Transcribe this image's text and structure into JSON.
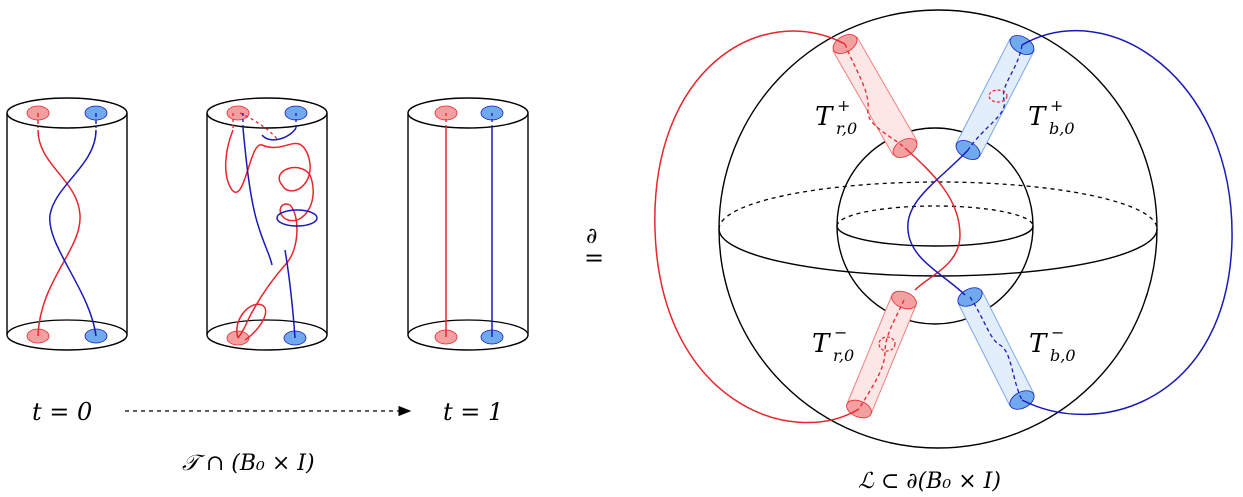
{
  "colors": {
    "red": "#e8262d",
    "blue": "#1a1ab8",
    "red_fill": "#f4a0a0",
    "blue_fill": "#70aaee"
  },
  "left_panel": {
    "t0_label": "t = 0",
    "t1_label": "t = 1",
    "caption": "𝒯 ∩ (B₀ × I)"
  },
  "equality": {
    "symbol_top": "∂",
    "symbol_bottom": "="
  },
  "right_panel": {
    "tube_labels": {
      "top_left": {
        "main": "T",
        "sup": "+",
        "sub": "r,0"
      },
      "top_right": {
        "main": "T",
        "sup": "+",
        "sub": "b,0"
      },
      "bottom_left": {
        "main": "T",
        "sup": "−",
        "sub": "r,0"
      },
      "bottom_right": {
        "main": "T",
        "sup": "−",
        "sub": "b,0"
      }
    },
    "caption": "ℒ ⊂ ∂(B₀ × I)"
  }
}
